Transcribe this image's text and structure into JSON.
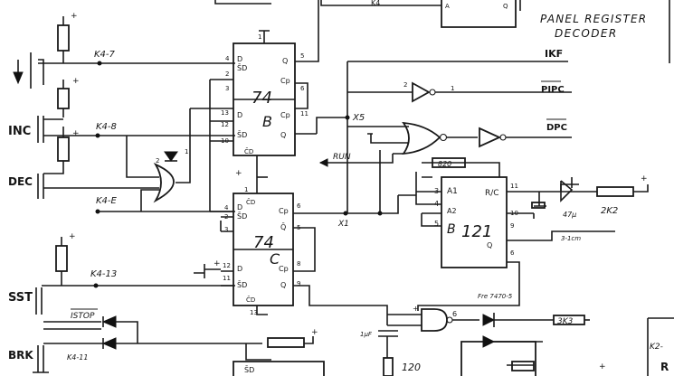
{
  "title_line1": "PANEL REGISTER",
  "title_line2": "DECODER",
  "inputs": [
    "INC",
    "DEC",
    "SST",
    "BRK"
  ],
  "connector_pins": [
    "K4-7",
    "K4-8",
    "K4-E",
    "K4-13",
    "K4-11"
  ],
  "outputs": [
    "IKF",
    "PIPC",
    "DPC"
  ],
  "signals": {
    "x5": "X5",
    "x1": "X1",
    "run": "RUN",
    "istop": "ISTOP"
  },
  "ics": {
    "ff_b": {
      "type": "74",
      "unit": "B"
    },
    "ff_c": {
      "type": "74",
      "unit": "C"
    },
    "oneshot": {
      "type": "121",
      "unit": "B"
    }
  },
  "components": {
    "r_top": "820",
    "r_2k2": "2K2",
    "r_3k3": "3K3",
    "r_120": "120",
    "r_k2": "K2-"
  },
  "pins": {
    "ff_b": [
      "1",
      "4",
      "2",
      "3",
      "13",
      "12",
      "11",
      "10",
      "5",
      "6"
    ],
    "ff_c": [
      "4",
      "2",
      "3",
      "1",
      "12",
      "11",
      "13",
      "5",
      "6",
      "9",
      "8"
    ],
    "oneshot": [
      "3",
      "4",
      "5",
      "11",
      "10",
      "9",
      "6"
    ],
    "not_1": "2",
    "not_1_out": "1",
    "nand_6": "6"
  },
  "pin_names": {
    "d": "D",
    "s": "S̄D",
    "q": "Q",
    "cp": "Cp",
    "qb": "Q̄",
    "cd": "C̄D",
    "a1": "A1",
    "a2": "A2",
    "b": "B",
    "ric": "R/C",
    "q1": "Q"
  },
  "notes": {
    "note1": "Fre 7470-5",
    "note2": "3-1cm"
  }
}
